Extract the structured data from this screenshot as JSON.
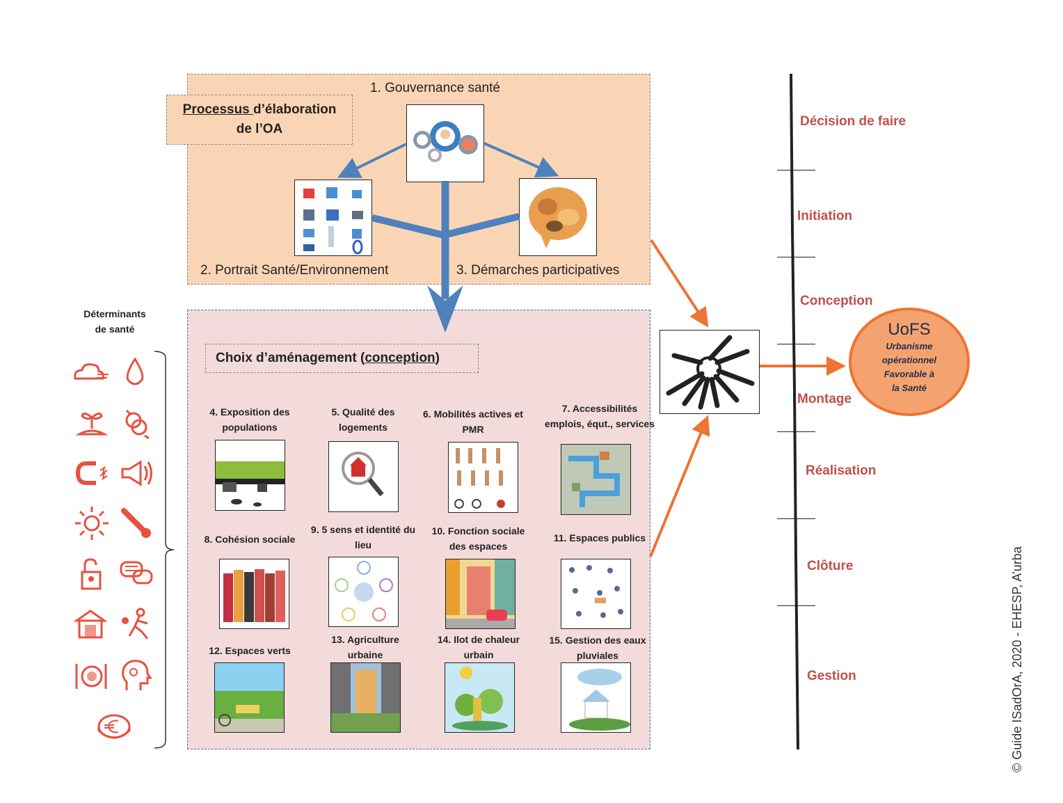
{
  "process_box": {
    "label_underlined": "Processus ",
    "label_rest_line1": "d’élaboration",
    "label_line2": "de l’OA",
    "steps": [
      {
        "label": "1. Gouvernance santé",
        "image": "gears-people-image"
      },
      {
        "label": "2. Portrait Santé/Environnement",
        "image": "isometric-data-icons-image"
      },
      {
        "label": "3. Démarches participatives",
        "image": "crowd-speech-bubble-image"
      }
    ]
  },
  "choix_box": {
    "title_prefix": "Choix d’aménagement (",
    "title_underlined": "conception",
    "title_suffix": ")",
    "items": [
      {
        "label": "4. Exposition des populations",
        "image": "city-skyline-pollution-image"
      },
      {
        "label": "5. Qualité des logements",
        "image": "magnifier-house-image"
      },
      {
        "label": "6. Mobilités actives et PMR",
        "image": "people-scooters-bikes-image"
      },
      {
        "label": "7. Accessibilités emplois, équt., services",
        "image": "city-map-image"
      },
      {
        "label": "8. Cohésion sociale",
        "image": "diverse-group-image"
      },
      {
        "label": "9. 5 sens et identité du lieu",
        "image": "five-senses-diagram-image"
      },
      {
        "label": "10. Fonction sociale des espaces",
        "image": "colorful-street-image"
      },
      {
        "label": "11. Espaces publics",
        "image": "people-in-public-space-image"
      },
      {
        "label": "12. Espaces verts",
        "image": "park-image"
      },
      {
        "label": "13. Agriculture urbaine",
        "image": "urban-buildings-garden-image"
      },
      {
        "label": "14. Ilot de chaleur urbain",
        "image": "green-city-sun-image"
      },
      {
        "label": "15. Gestion des eaux pluviales",
        "image": "house-rain-cloud-image"
      }
    ]
  },
  "determinants": {
    "title_line1": "Déterminants",
    "title_line2": "de santé",
    "icons": [
      "air-wind-icon",
      "water-drop-icon",
      "soil-plant-icon",
      "allergen-pollen-icon",
      "electromagnetic-magnet-icon",
      "noise-megaphone-icon",
      "sun-icon",
      "thermometer-icon",
      "security-padlock-icon",
      "social-chat-icon",
      "housing-icon",
      "physical-activity-icon",
      "food-plate-icon",
      "mental-health-head-icon",
      "income-euro-coin-icon"
    ]
  },
  "keys_image": "bunch-of-keys-image",
  "timeline": {
    "phases": [
      "Décision de faire",
      "Initiation",
      "Conception",
      "Montage",
      "Réalisation",
      "Clôture",
      "Gestion"
    ]
  },
  "uofs": {
    "title": "UoFS",
    "subtitle_lines": [
      "Urbanisme",
      "opérationnel",
      "Favorable à",
      "la Santé"
    ]
  },
  "copyright": "© Guide ISadOrA, 2020 - EHESP, A’urba",
  "colors": {
    "process_bg": "#fad5b5",
    "choix_bg": "#f3dadb",
    "blue_arrow": "#4f81bd",
    "orange_arrow": "#ed7432",
    "phase_text": "#c0504d",
    "icon_red": "#e8503f",
    "uofs_fill": "#f4a36f"
  }
}
